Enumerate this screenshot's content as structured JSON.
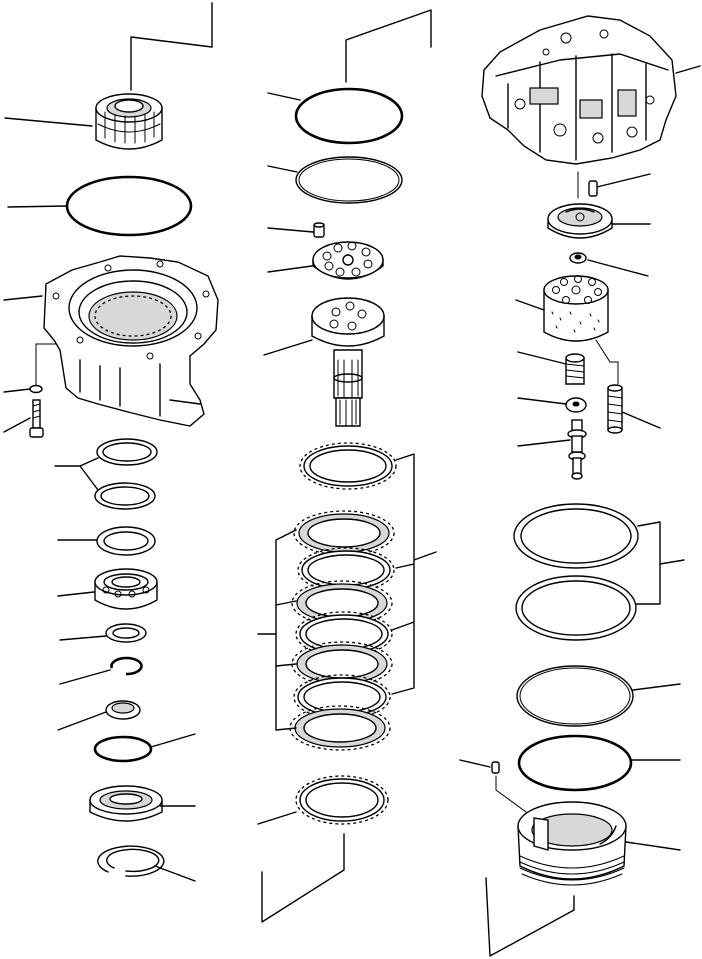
{
  "diagram": {
    "kind": "exploded-parts-view",
    "colors": {
      "ink": "#000000",
      "paper": "#ffffff",
      "shade": "#d8d8d8"
    },
    "columns": [
      {
        "id": "left",
        "parts": [
          "taper-roller-bearing",
          "o-ring",
          "housing",
          "washer",
          "bolt",
          "shim-pair",
          "seal-ring",
          "ball-bearing",
          "spacer-ring",
          "snap-ring",
          "oil-seal",
          "o-ring-small",
          "seal-cover",
          "retaining-ring"
        ]
      },
      {
        "id": "middle",
        "parts": [
          "o-ring-large",
          "o-ring",
          "pin",
          "retainer-plate",
          "gear-shaft",
          "separator-plate",
          "friction-plate-stack",
          "separator-plate-bottom"
        ]
      },
      {
        "id": "right",
        "parts": [
          "valve-body",
          "pin",
          "valve-plate",
          "bushing",
          "cylinder-block",
          "spring",
          "collar",
          "piston",
          "check-valve",
          "seal-ring-pair",
          "o-ring",
          "o-ring-bold",
          "pin-small",
          "piston-housing"
        ]
      }
    ]
  }
}
